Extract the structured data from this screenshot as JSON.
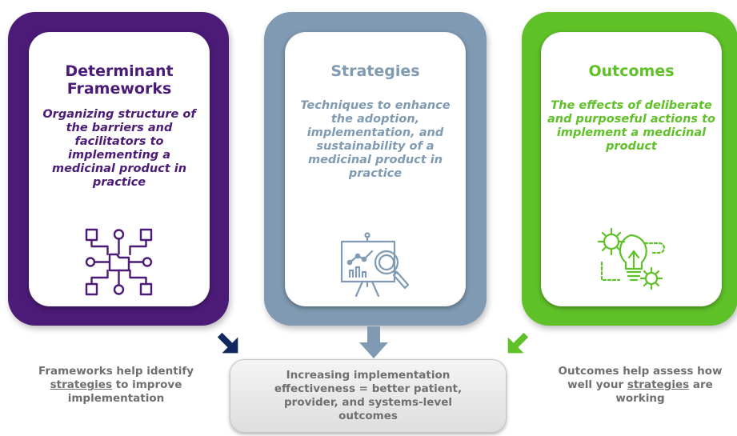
{
  "panels": [
    {
      "title": "Determinant Frameworks",
      "description": "Organizing structure of the barriers and facilitators to implementing a medicinal product in practice",
      "icon": "flowchart-network-icon",
      "color": "#4b1b77"
    },
    {
      "title": "Strategies",
      "description": "Techniques to enhance the adoption, implementation, and sustainability of a medicinal product in practice",
      "icon": "presentation-board-analysis-icon",
      "color": "#7f9ab2"
    },
    {
      "title": "Outcomes",
      "description": "The effects of deliberate and purposeful actions to implement a medicinal product",
      "icon": "lightbulb-gears-icon",
      "color": "#5ec127"
    }
  ],
  "captions": {
    "left": {
      "pre": "Frameworks help identify",
      "link": "strategies",
      "post": "to improve implementation"
    },
    "right": {
      "pre": "Outcomes help assess how well your",
      "link": "strategies",
      "post": "are working"
    }
  },
  "center_box": {
    "text": "Increasing implementation effectiveness = better patient, provider, and systems-level outcomes"
  },
  "arrow_colors": {
    "left": "#12275e",
    "middle": "#7f9ab2",
    "right": "#5ec127"
  }
}
